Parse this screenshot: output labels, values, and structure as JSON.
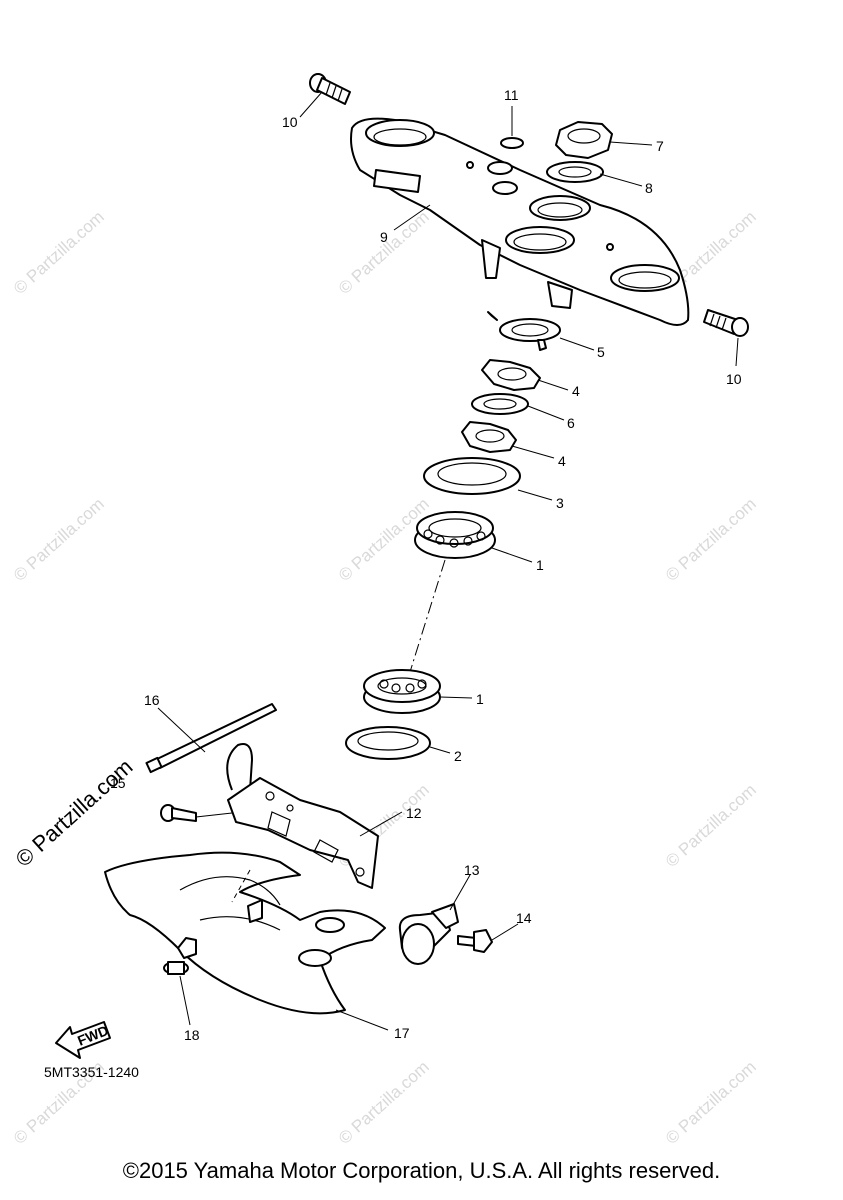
{
  "footer": {
    "copyright": "©2015 Yamaha Motor Corporation, U.S.A. All rights reserved."
  },
  "watermark": {
    "text": "© Partzilla.com"
  },
  "diagram": {
    "code": "5MT3351-1240",
    "fwd_label": "FWD",
    "callouts": {
      "c1a": "1",
      "c1b": "1",
      "c2": "2",
      "c3": "3",
      "c4a": "4",
      "c4b": "4",
      "c5": "5",
      "c6": "6",
      "c7": "7",
      "c8": "8",
      "c9": "9",
      "c10a": "10",
      "c10b": "10",
      "c11": "11",
      "c12": "12",
      "c13": "13",
      "c14": "14",
      "c15": "15",
      "c16": "16",
      "c17": "17",
      "c18": "18"
    }
  }
}
